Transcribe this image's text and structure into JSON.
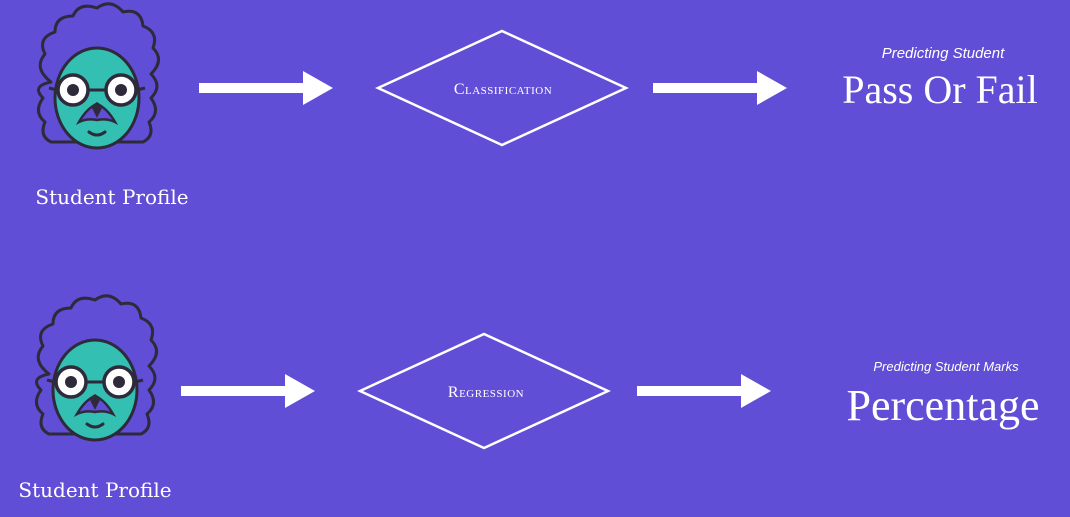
{
  "colors": {
    "background": "#604ed6",
    "foreground": "#ffffff",
    "face": "#33bfb1",
    "outline": "#2e2a3a"
  },
  "rows": [
    {
      "avatar_icon": "student-face-icon",
      "profile_label": "Student Profile",
      "process_label": "Classification",
      "output_caption": "Predicting Student",
      "output_label": "Pass Or Fail"
    },
    {
      "avatar_icon": "student-face-icon",
      "profile_label": "Student Profile",
      "process_label": "Regression",
      "output_caption": "Predicting Student Marks",
      "output_label": "Percentage"
    }
  ]
}
